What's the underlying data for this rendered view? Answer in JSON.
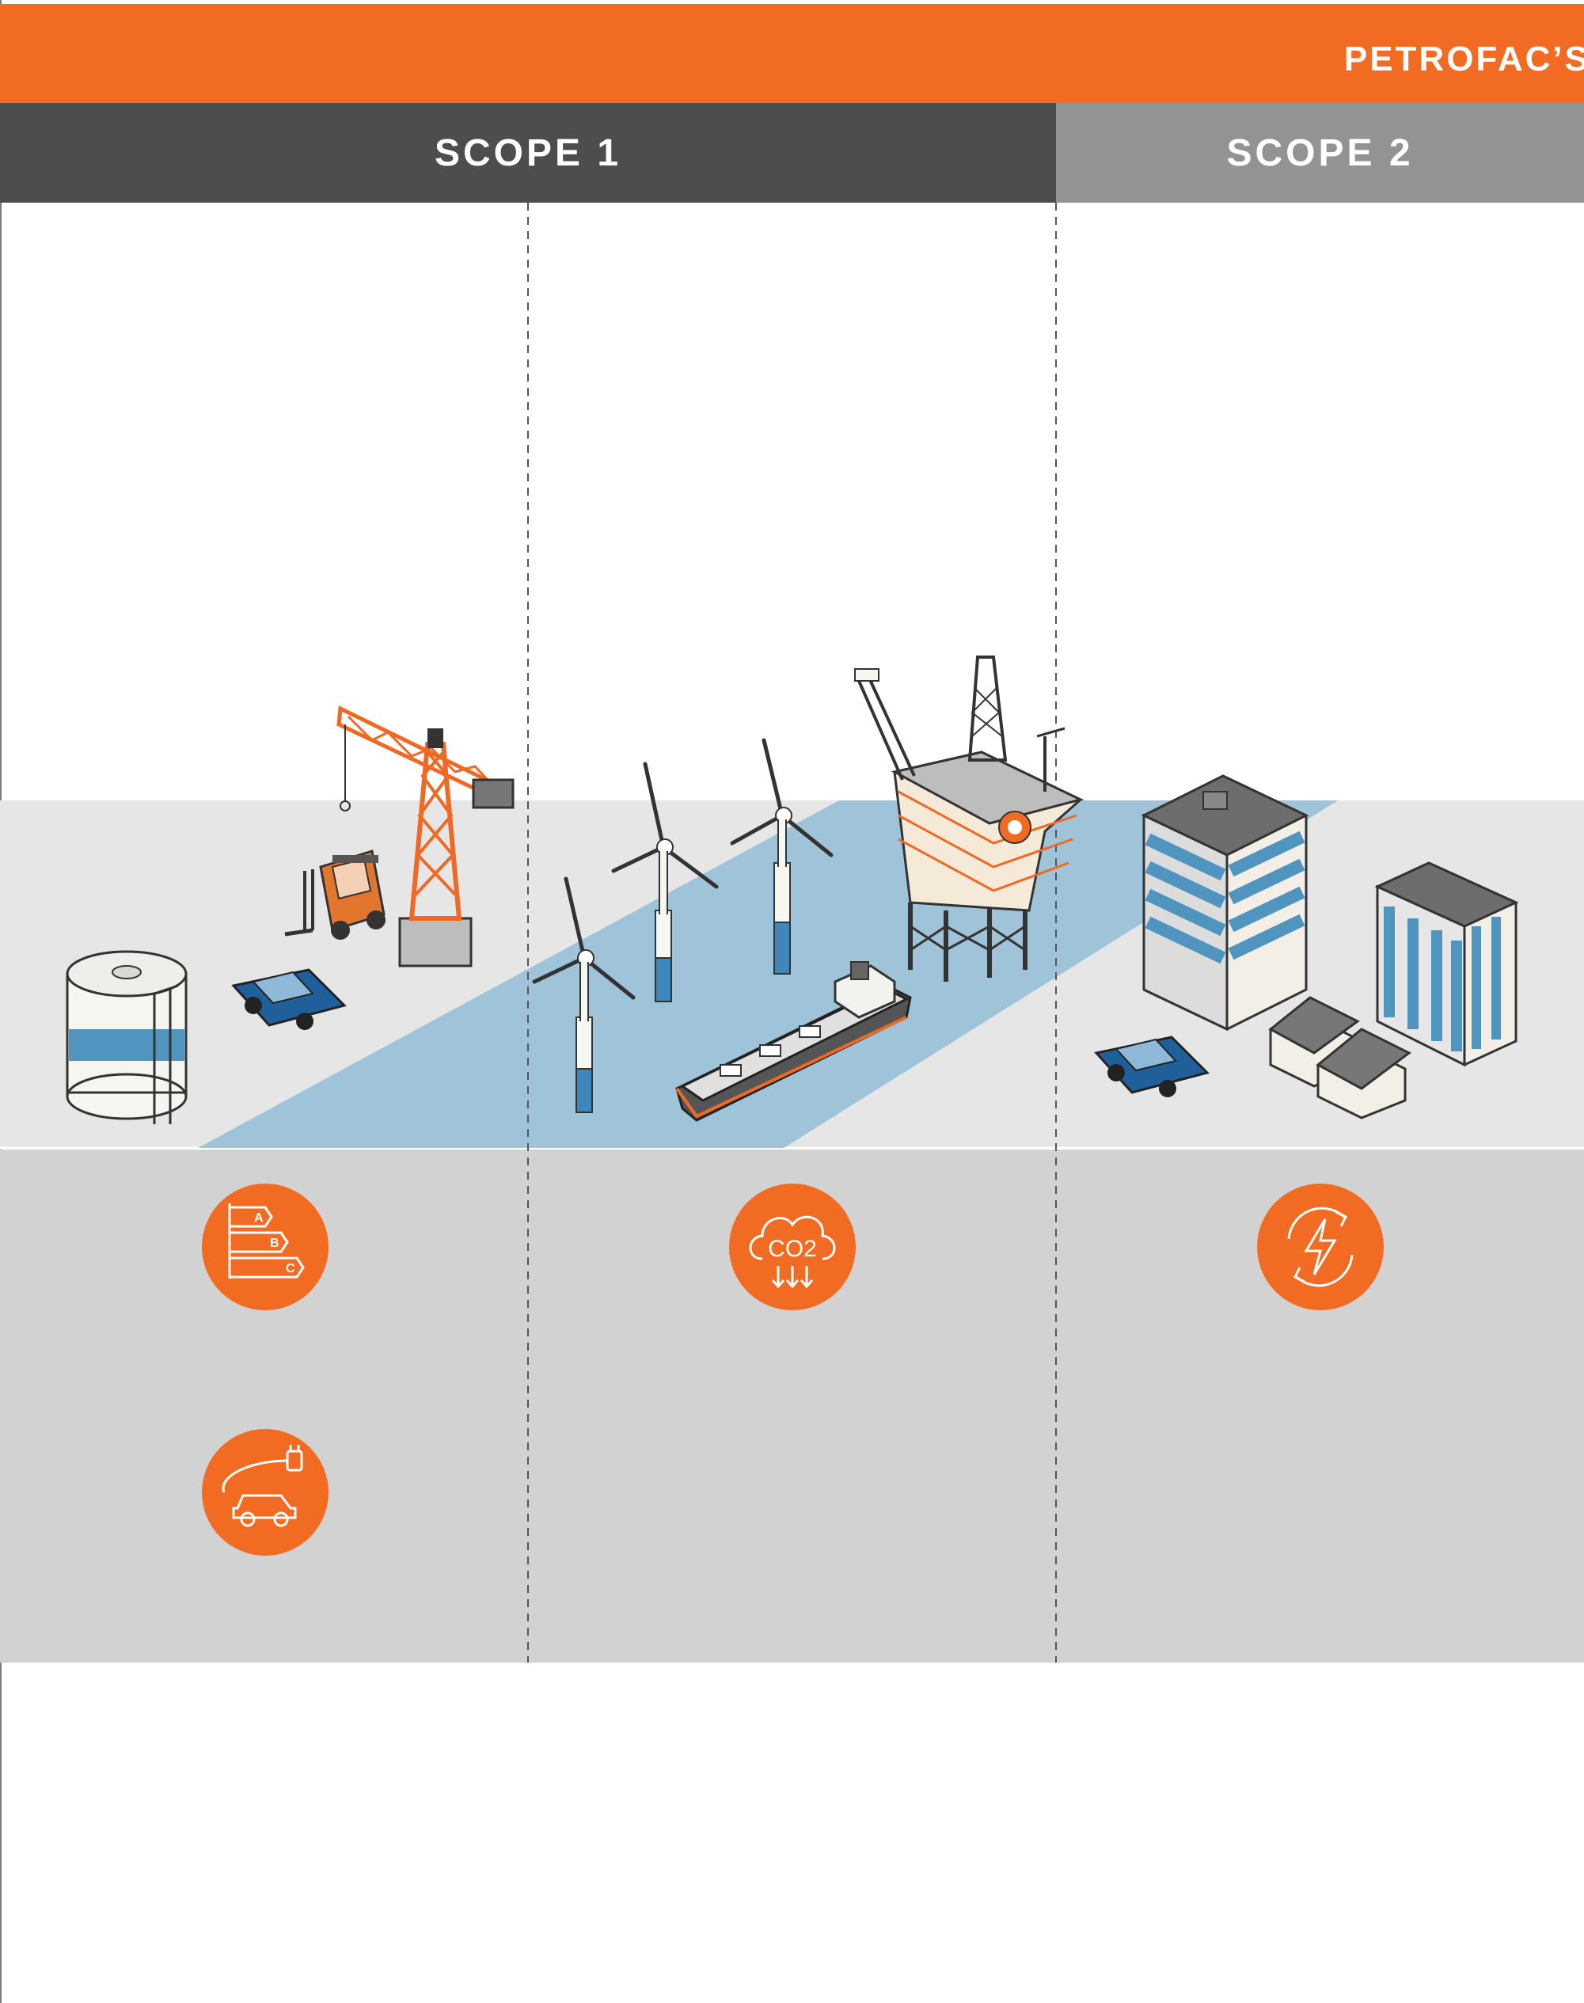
{
  "header": {
    "title": "PETROFAC’S",
    "bar_color": "#f26b22"
  },
  "scopes": [
    {
      "label": "SCOPE 1",
      "color": "#4d4d4d"
    },
    {
      "label": "SCOPE 2",
      "color": "#939393"
    }
  ],
  "colors": {
    "accent_orange": "#f26b22",
    "ground_grey": "#e6e6e6",
    "band_grey": "#d2d2d2",
    "water_blue": "#9fc3d8",
    "car_blue": "#1f5f9a"
  },
  "scene_items": [
    "storage-tank-icon",
    "crane-icon",
    "forklift-icon",
    "car-icon",
    "wind-turbine-icon",
    "vessel-icon",
    "offshore-platform-icon",
    "office-building-icon",
    "house-icon"
  ],
  "icons": [
    {
      "name": "energy-rating-icon",
      "letters": [
        "A",
        "B",
        "C"
      ]
    },
    {
      "name": "co2-capture-icon",
      "text": "CO2"
    },
    {
      "name": "renewable-power-icon"
    },
    {
      "name": "electric-vehicle-icon"
    }
  ]
}
